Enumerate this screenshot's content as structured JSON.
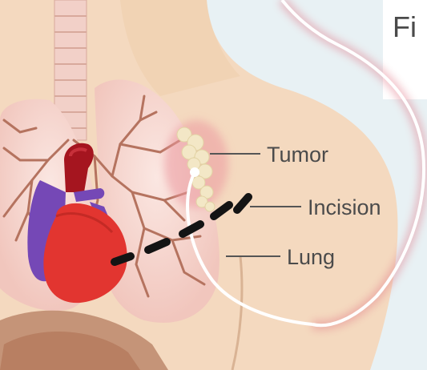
{
  "header": {
    "text": "Fi"
  },
  "labels": {
    "tumor": "Tumor",
    "incision": "Incision",
    "lung": "Lung"
  },
  "colors": {
    "background": "#e8f1f4",
    "skin": "#f4d9bf",
    "lung": "#f6d6d0",
    "heart_red": "#e23530",
    "heart_dark": "#a5151f",
    "heart_purple": "#7548b6",
    "vessel": "#b5735f",
    "tumor": "#f3e7c6",
    "outline": "#cc3b4e"
  }
}
